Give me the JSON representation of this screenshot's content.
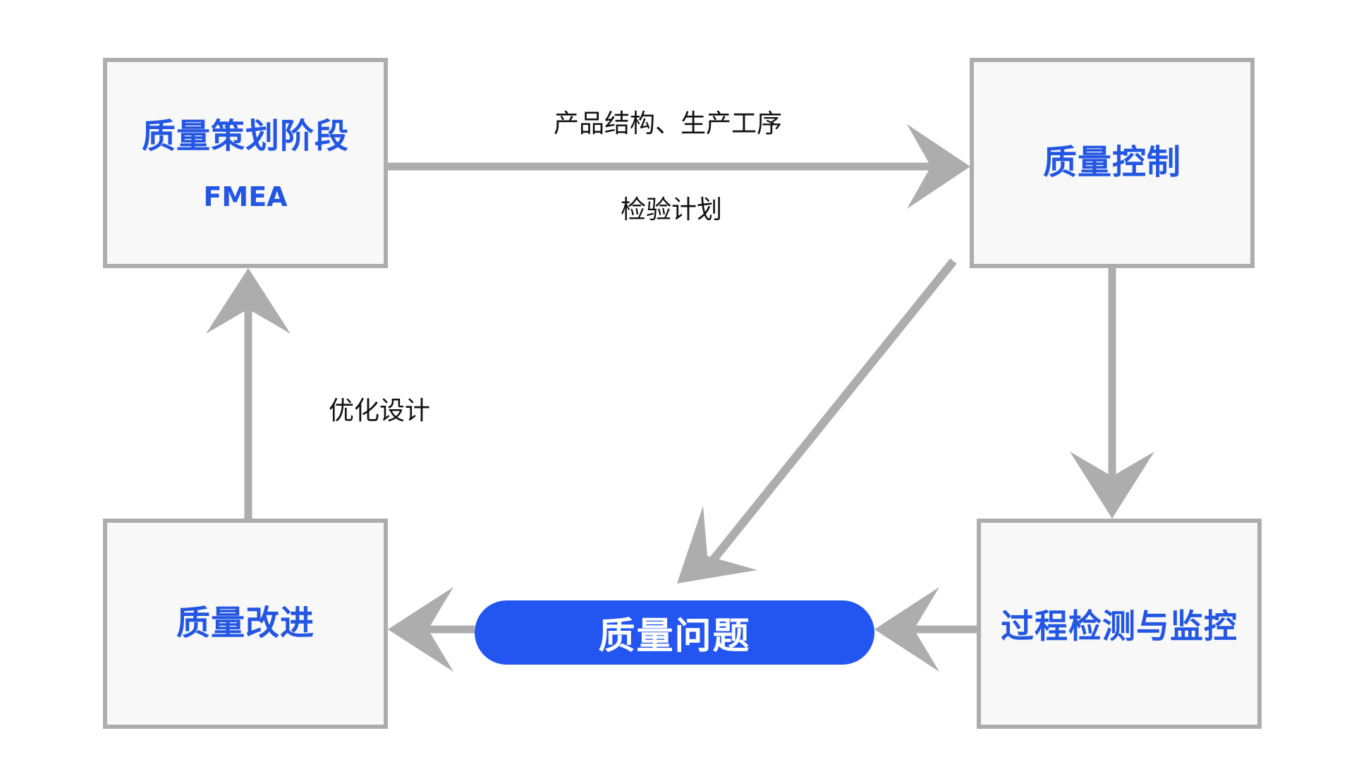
{
  "diagram": {
    "nodes": {
      "planning": {
        "title": "质量策划阶段",
        "subtitle": "FMEA"
      },
      "control": {
        "title": "质量控制"
      },
      "process": {
        "title": "过程检测与监控"
      },
      "improve": {
        "title": "质量改进"
      },
      "problem": {
        "title": "质量问题"
      }
    },
    "edges": {
      "planning_to_control": {
        "label_above": "产品结构、生产工序",
        "label_below": "检验计划"
      },
      "improve_to_planning": {
        "label": "优化设计"
      }
    },
    "colors": {
      "node_text": "#2356e2",
      "node_border": "#adadad",
      "node_fill": "#f8f8f8",
      "arrow": "#adadad",
      "problem_fill": "#2356f0",
      "problem_text": "#ffffff",
      "label_text": "#111111"
    }
  }
}
